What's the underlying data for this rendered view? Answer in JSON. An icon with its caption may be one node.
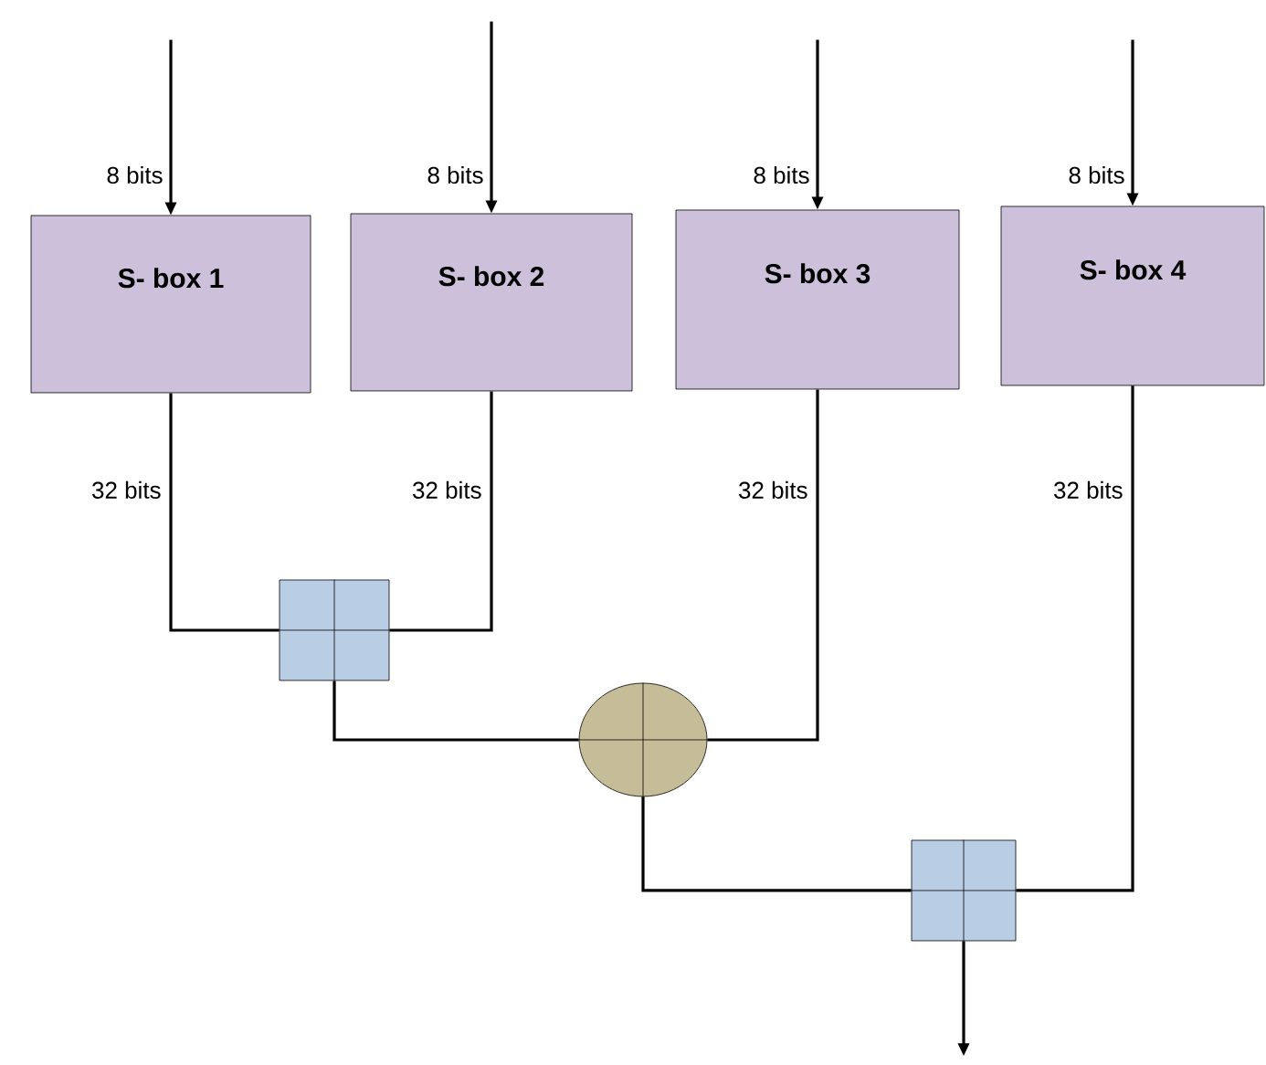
{
  "diagram": {
    "nodes": [
      {
        "text": [
          "S- box 1"
        ]
      },
      {
        "text": [
          "S- box 2"
        ]
      },
      {
        "text": [
          "S- box 3"
        ]
      },
      {
        "text": [
          "S- box 4"
        ]
      },
      {
        "text": [],
        "shape": "box"
      },
      {
        "text": [],
        "shape": "circle"
      },
      {
        "text": [],
        "shape": "box"
      }
    ],
    "edges": [
      {
        "from": null,
        "to": 0,
        "arrow": "to",
        "label": "8 bits"
      },
      {
        "from": null,
        "to": 1,
        "arrow": "to",
        "label": "8 bits"
      },
      {
        "from": null,
        "to": 2,
        "arrow": "to",
        "label": "8 bits"
      },
      {
        "from": null,
        "to": 3,
        "arrow": "to",
        "label": "8 bits"
      },
      {
        "from": 0,
        "to": 4,
        "arrow": "none",
        "label": "32 bits"
      },
      {
        "from": 1,
        "to": 4,
        "arrow": "none",
        "label": "32 bits"
      },
      {
        "from": 2,
        "to": 5,
        "arrow": "none",
        "label": "32 bits"
      },
      {
        "from": 3,
        "to": 6,
        "arrow": "none",
        "label": "32 bits"
      },
      {
        "from": 4,
        "to": 5,
        "arrow": "none"
      },
      {
        "from": 5,
        "to": 6,
        "arrow": "none"
      },
      {
        "from": 6,
        "to": null,
        "arrow": "to"
      }
    ]
  }
}
